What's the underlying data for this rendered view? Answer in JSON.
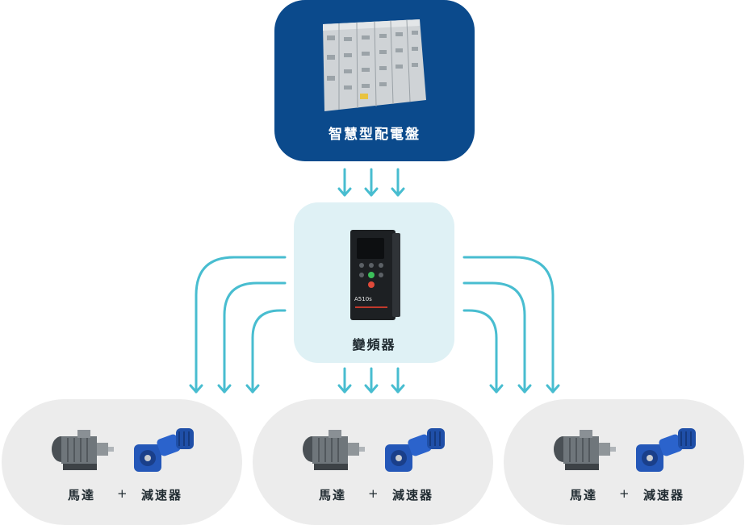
{
  "nodes": {
    "panel": {
      "label": "智慧型配電盤",
      "icon": "switchboard-cabinet-icon"
    },
    "vfd": {
      "label": "變頻器",
      "icon": "variable-frequency-drive-icon",
      "model_marking": "A510s"
    },
    "groups": [
      {
        "motor_label": "馬達",
        "plus": "+",
        "gear_label": "減速器"
      },
      {
        "motor_label": "馬達",
        "plus": "+",
        "gear_label": "減速器"
      },
      {
        "motor_label": "馬達",
        "plus": "+",
        "gear_label": "減速器"
      }
    ]
  },
  "colors": {
    "panel_bg": "#0b4a8c",
    "vfd_bg": "#dff1f5",
    "group_bg": "#ececec",
    "arrow": "#48bdd0",
    "gear_blue": "#2457b8"
  }
}
